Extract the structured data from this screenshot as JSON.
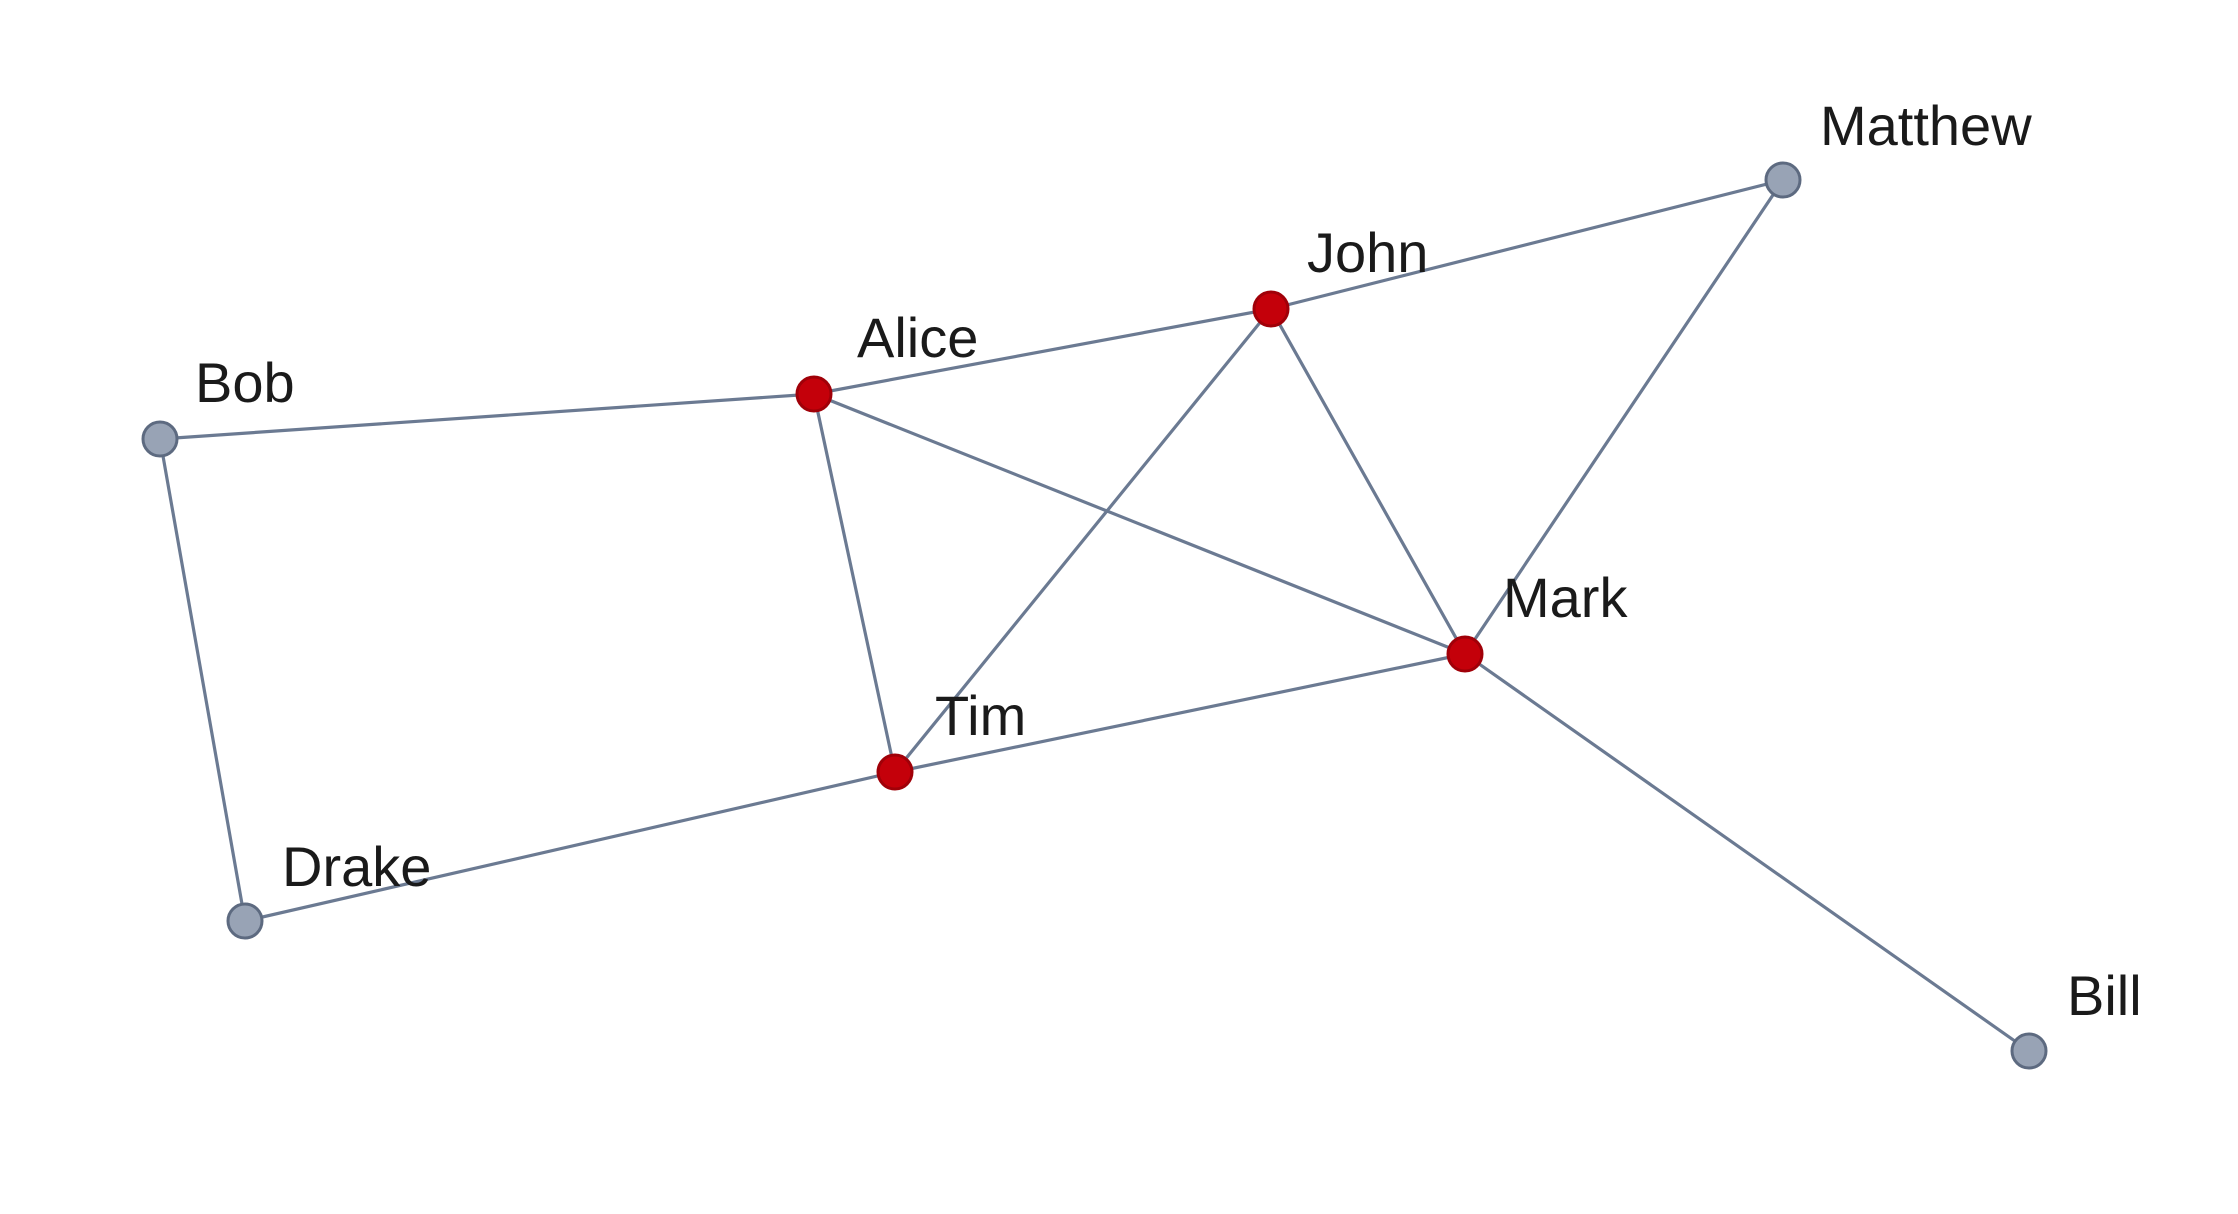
{
  "colors": {
    "highlighted_node_fill": "#c4000a",
    "highlighted_node_stroke": "#a00008",
    "default_node_fill": "#98a3b5",
    "default_node_stroke": "#5d6a80",
    "edge": "#6b7a92"
  },
  "graph": {
    "nodes": [
      {
        "id": "bob",
        "label": "Bob",
        "highlighted": false
      },
      {
        "id": "alice",
        "label": "Alice",
        "highlighted": true
      },
      {
        "id": "john",
        "label": "John",
        "highlighted": true
      },
      {
        "id": "matthew",
        "label": "Matthew",
        "highlighted": false
      },
      {
        "id": "mark",
        "label": "Mark",
        "highlighted": true
      },
      {
        "id": "tim",
        "label": "Tim",
        "highlighted": true
      },
      {
        "id": "drake",
        "label": "Drake",
        "highlighted": false
      },
      {
        "id": "bill",
        "label": "Bill",
        "highlighted": false
      }
    ],
    "edges": [
      {
        "source": "bob",
        "target": "alice"
      },
      {
        "source": "bob",
        "target": "drake"
      },
      {
        "source": "alice",
        "target": "john"
      },
      {
        "source": "alice",
        "target": "tim"
      },
      {
        "source": "alice",
        "target": "mark"
      },
      {
        "source": "john",
        "target": "matthew"
      },
      {
        "source": "john",
        "target": "tim"
      },
      {
        "source": "john",
        "target": "mark"
      },
      {
        "source": "matthew",
        "target": "mark"
      },
      {
        "source": "mark",
        "target": "tim"
      },
      {
        "source": "mark",
        "target": "bill"
      },
      {
        "source": "tim",
        "target": "drake"
      }
    ]
  }
}
